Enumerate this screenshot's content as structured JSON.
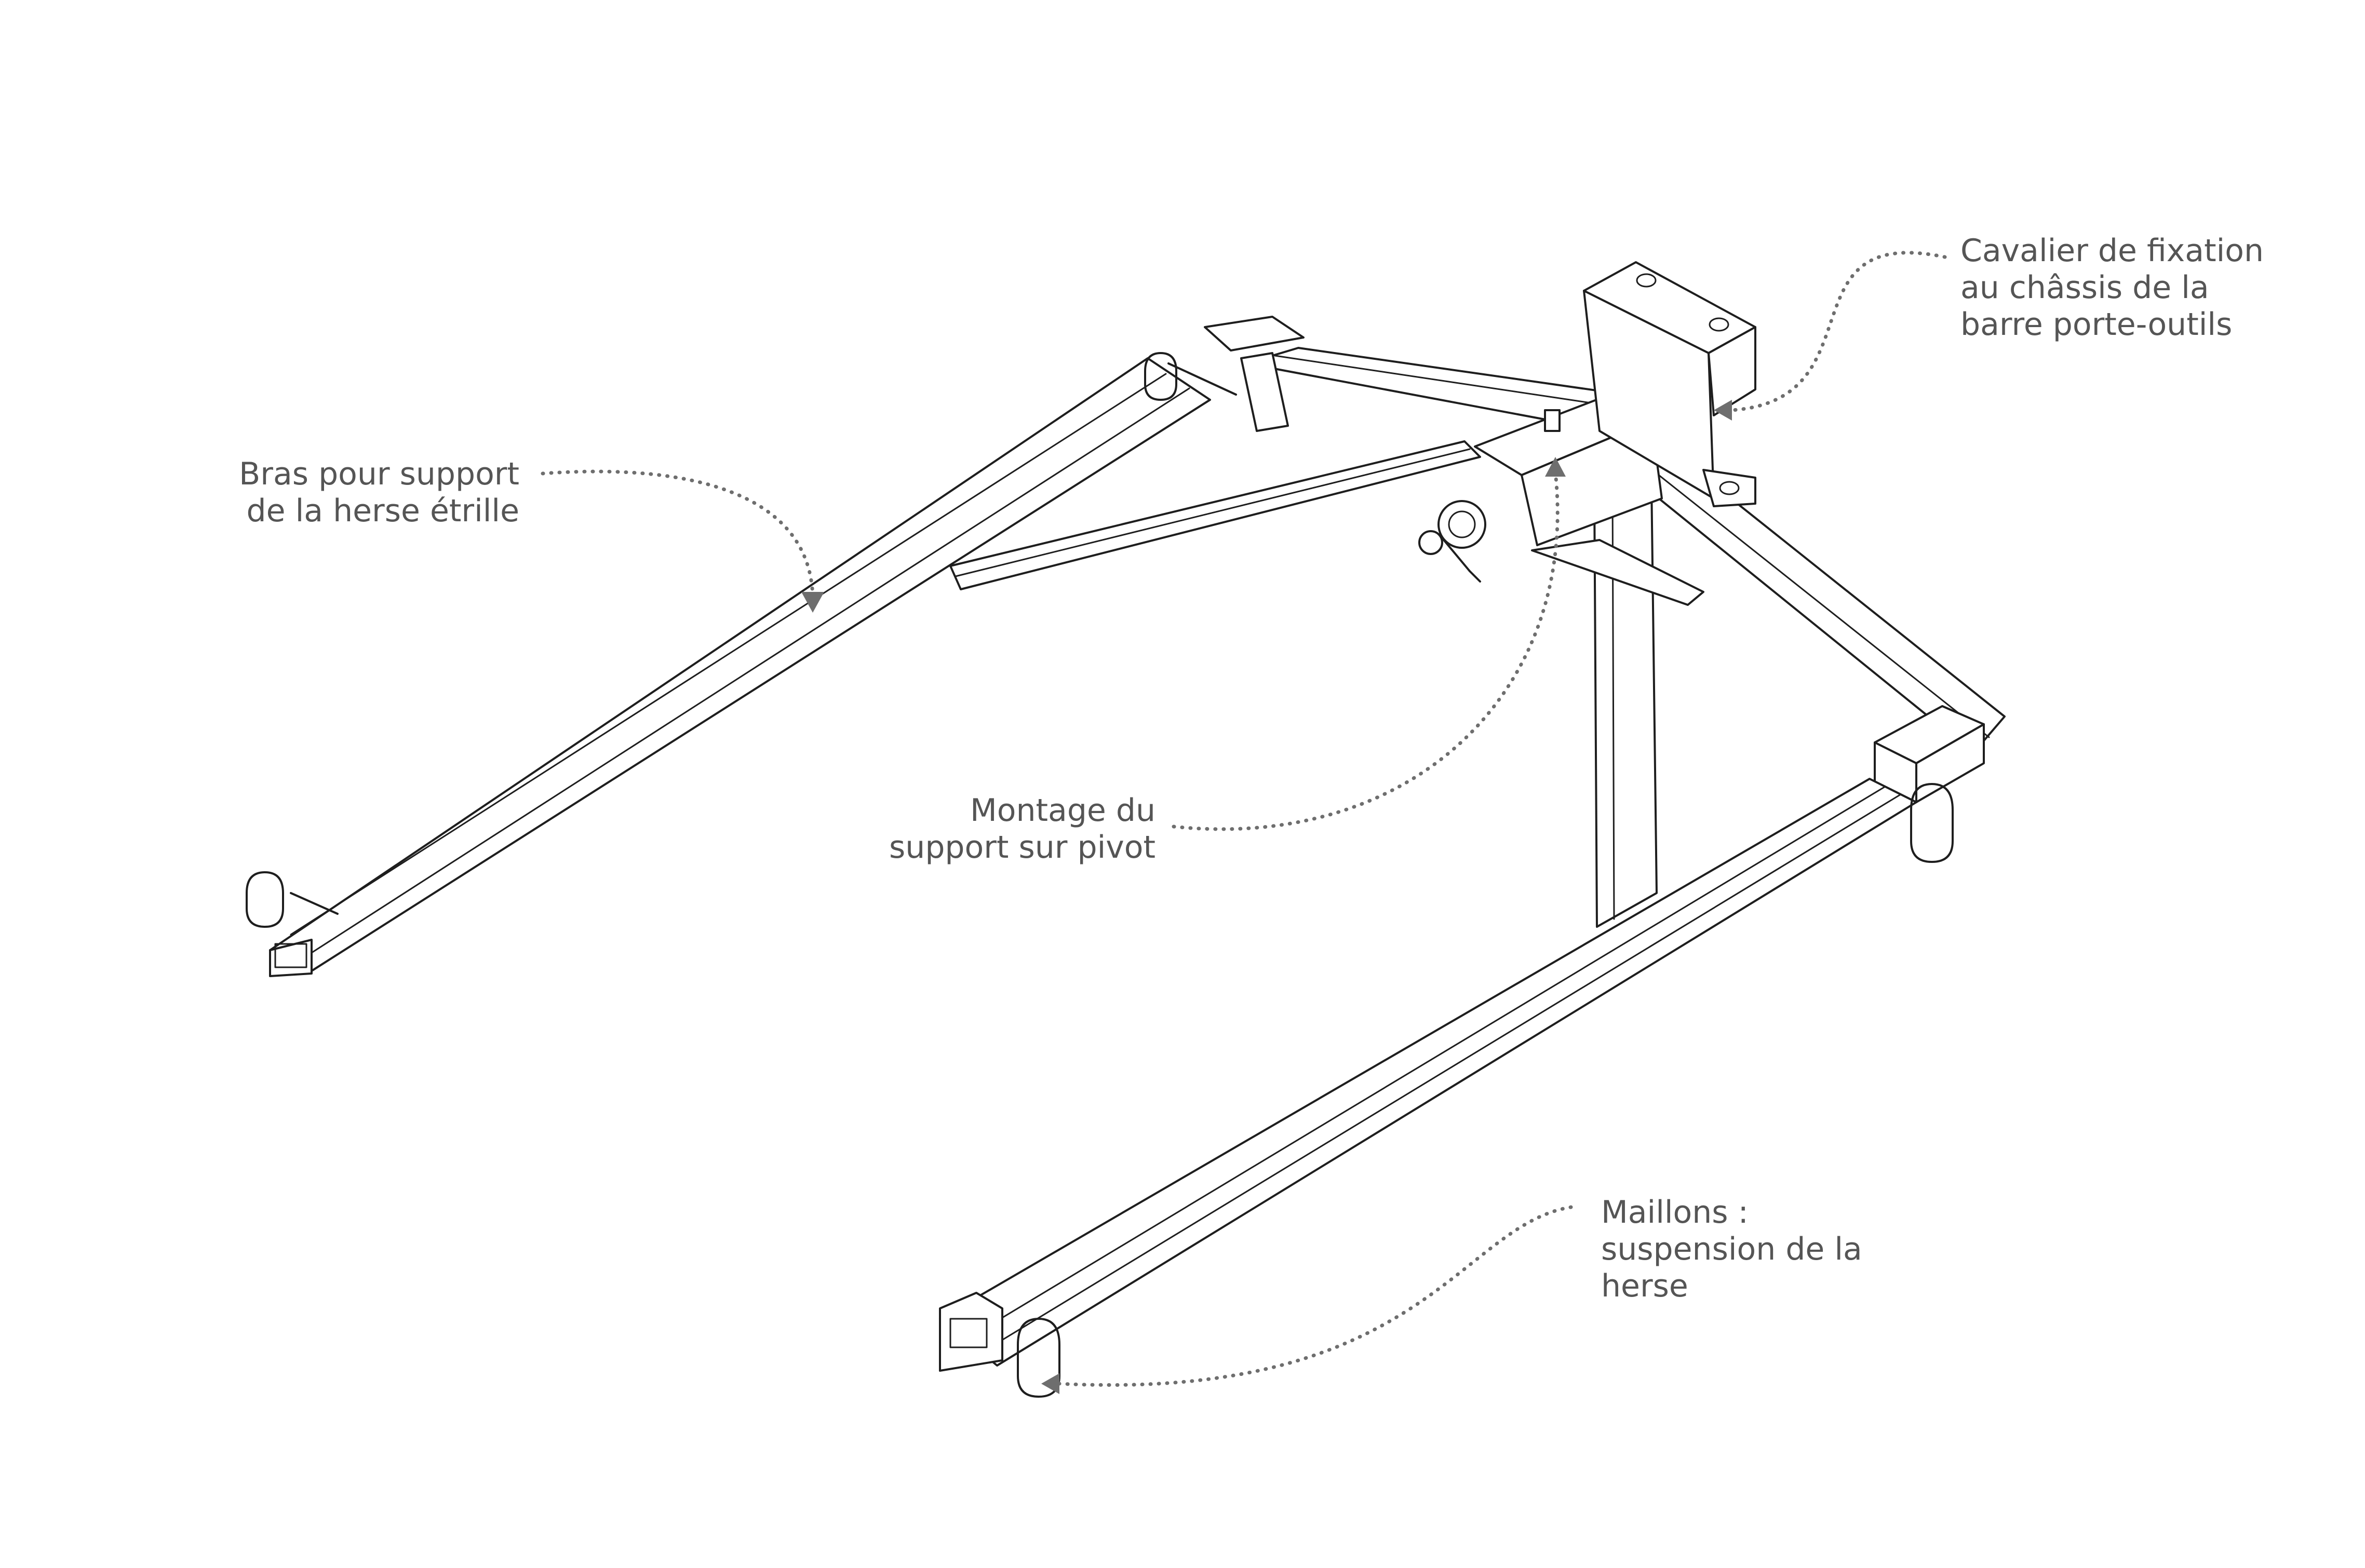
{
  "labels": {
    "bras": {
      "line1": "Bras pour support",
      "line2": "de la herse étrille"
    },
    "montage": {
      "line1": "Montage du",
      "line2": "support sur pivot"
    },
    "cavalier": {
      "line1": "Cavalier de fixation",
      "line2": "au châssis de la",
      "line3": "barre porte-outils"
    },
    "maillons": {
      "line1": "Maillons :",
      "line2": "suspension de la",
      "line3": "herse"
    }
  },
  "colors": {
    "line": "#1e1e1e",
    "label": "#555555",
    "leader": "#6e6e6e",
    "background": "#ffffff"
  }
}
